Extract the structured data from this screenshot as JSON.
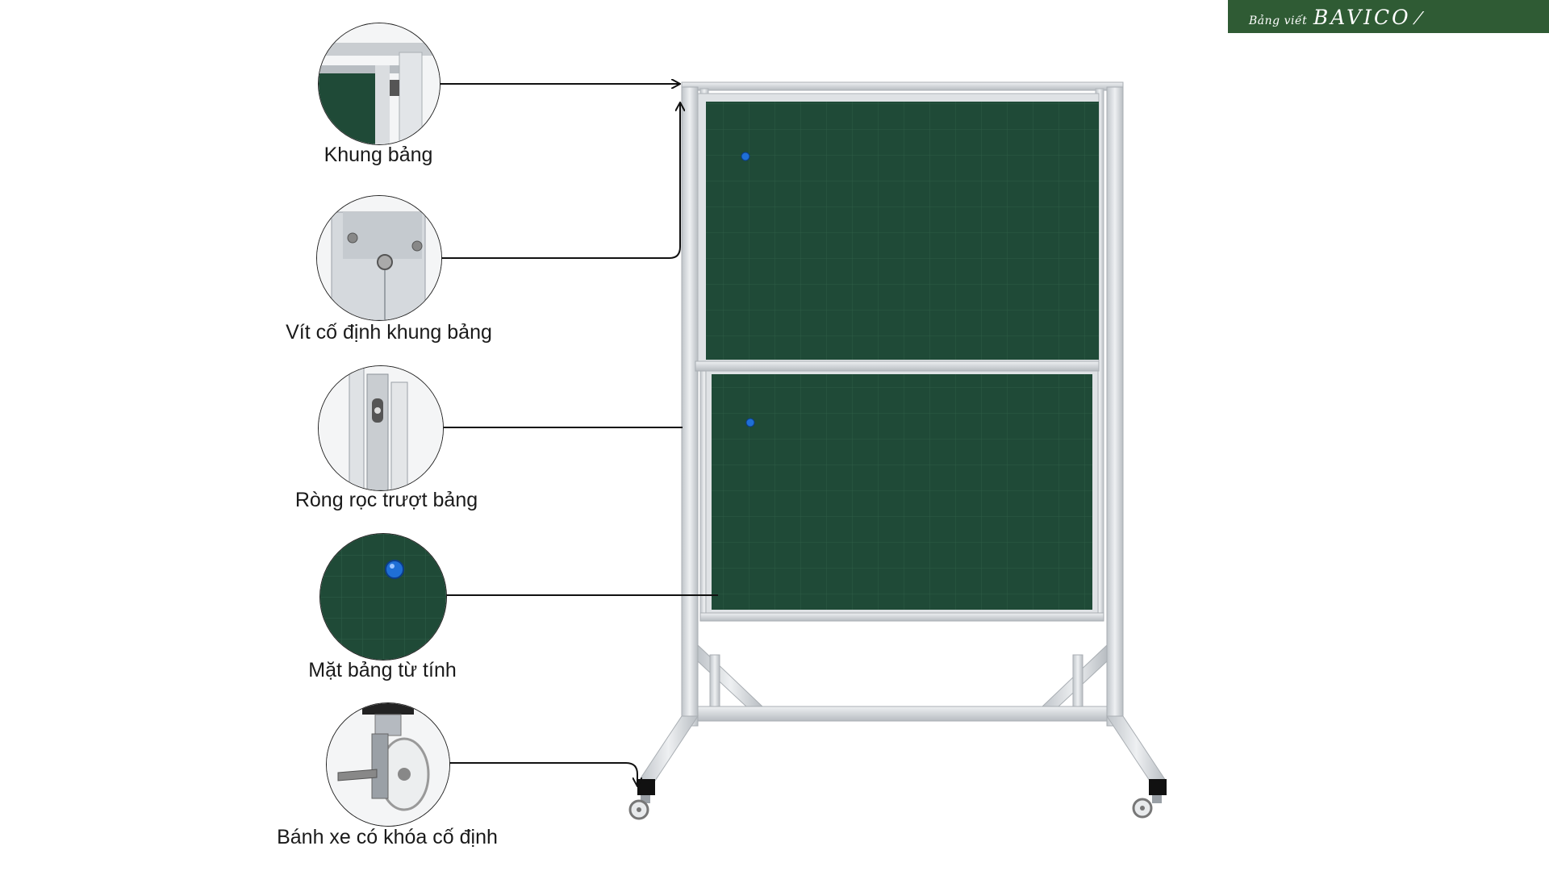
{
  "brand": {
    "prefix": "Bảng viết",
    "name": "BAVICO",
    "color": "#2f5b34"
  },
  "callouts": [
    {
      "label": "Khung bảng",
      "icon": "board-frame-corner-icon"
    },
    {
      "label": "Vít cố định khung bảng",
      "icon": "fixing-screw-icon"
    },
    {
      "label": "Ròng rọc trượt bảng",
      "icon": "sliding-pulley-icon"
    },
    {
      "label": "Mặt bảng từ tính",
      "icon": "magnetic-surface-icon"
    },
    {
      "label": "Bánh xe có khóa cố định",
      "icon": "locking-caster-wheel-icon"
    }
  ],
  "colors": {
    "board_green": "#1f4a37",
    "frame_silver": "#d4d8dc",
    "magnet_blue": "#1f6fd6",
    "line": "#111111"
  }
}
